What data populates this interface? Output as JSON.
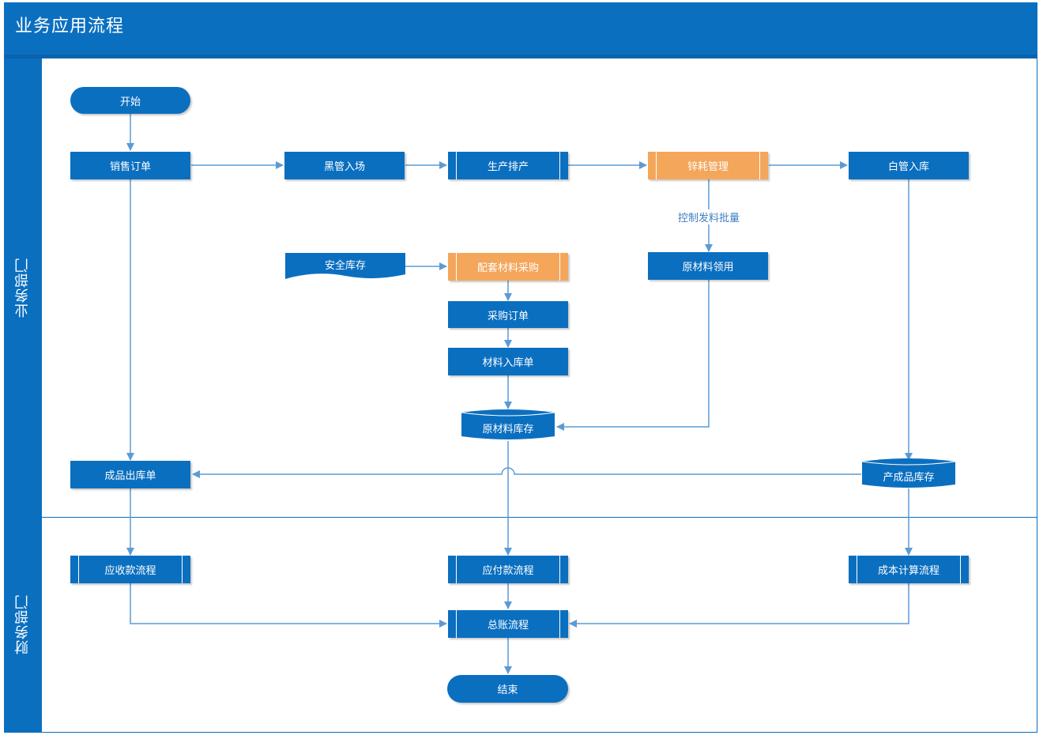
{
  "title": "业务应用流程",
  "colors": {
    "primary": "#0b6fc0",
    "highlight": "#f4a65b",
    "connector": "#5b9bd5"
  },
  "lanes": [
    {
      "label": "业务部门"
    },
    {
      "label": "财务部门"
    }
  ],
  "nodes": {
    "start": "开始",
    "sales_order": "销售订单",
    "black_pipe_in": "黑管入场",
    "production_schedule": "生产排产",
    "zinc_consumption": "锌耗管理",
    "white_pipe_storage": "白管入库",
    "safety_stock": "安全库存",
    "material_purchase": "配套材料采购",
    "raw_material_requisition": "原材料领用",
    "purchase_order": "采购订单",
    "material_receipt": "材料入库单",
    "raw_material_inventory": "原材料库存",
    "finished_goods_inventory": "产成品库存",
    "finished_goods_outbound": "成品出库单",
    "receivables": "应收款流程",
    "payables": "应付款流程",
    "cost_accounting": "成本计算流程",
    "general_ledger": "总账流程",
    "end": "结束"
  },
  "edge_labels": {
    "control_batch": "控制发料批量"
  }
}
